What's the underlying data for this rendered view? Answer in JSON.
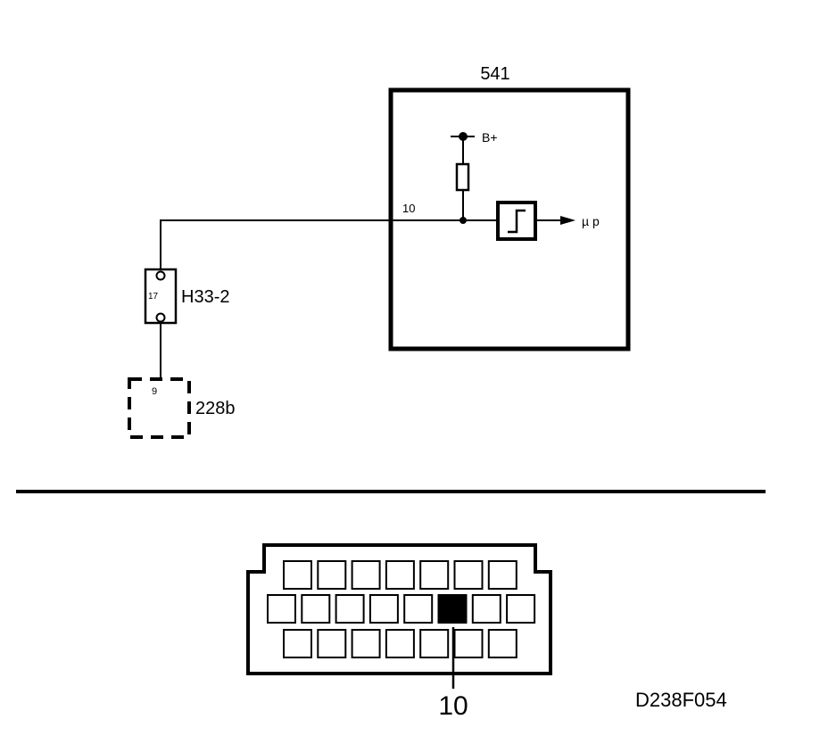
{
  "schematic": {
    "module_label": "541",
    "pin_label": "10",
    "supply_label": "B+",
    "output_label": "µ p",
    "connector_label": "H33-2",
    "connector_pin": "17",
    "component_label": "228b",
    "component_pin": "9"
  },
  "connector_view": {
    "highlight_pin_label": "10",
    "rows": [
      7,
      8,
      7
    ],
    "highlighted": {
      "row": 1,
      "index": 5
    }
  },
  "drawing_id": "D238F054"
}
